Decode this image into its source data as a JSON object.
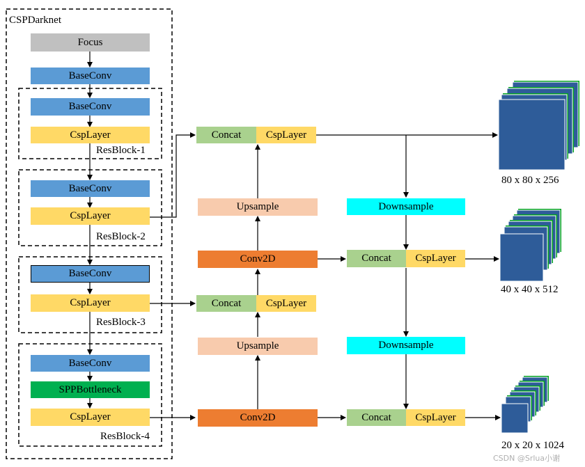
{
  "colors": {
    "focus": "#c0c0c0",
    "base_conv": "#5b9bd5",
    "csp_layer": "#ffd966",
    "spp": "#00b050",
    "concat": "#a9d18e",
    "upsample": "#f8cbad",
    "conv2d": "#ed7d31",
    "downsample": "#00ffff",
    "feature_blue": "#2e5c99",
    "feature_green": "#00a020"
  },
  "backbone": {
    "title": "CSPDarknet",
    "focus": "Focus",
    "base_conv": "BaseConv",
    "resblocks": [
      {
        "label": "ResBlock-1",
        "items": [
          "BaseConv",
          "CspLayer"
        ]
      },
      {
        "label": "ResBlock-2",
        "items": [
          "BaseConv",
          "CspLayer"
        ]
      },
      {
        "label": "ResBlock-3",
        "items": [
          "BaseConv",
          "CspLayer"
        ]
      },
      {
        "label": "ResBlock-4",
        "items": [
          "BaseConv",
          "SPPBottleneck",
          "CspLayer"
        ]
      }
    ]
  },
  "neck": {
    "concat_label": "Concat",
    "csp_label": "CspLayer",
    "upsample_label": "Upsample",
    "conv2d_label": "Conv2D",
    "downsample_label": "Downsample"
  },
  "outputs": [
    {
      "label": "80 x 80 x 256"
    },
    {
      "label": "40 x 40 x 512"
    },
    {
      "label": "20 x 20 x 1024"
    }
  ],
  "watermark": "CSDN @Srlua小谢"
}
